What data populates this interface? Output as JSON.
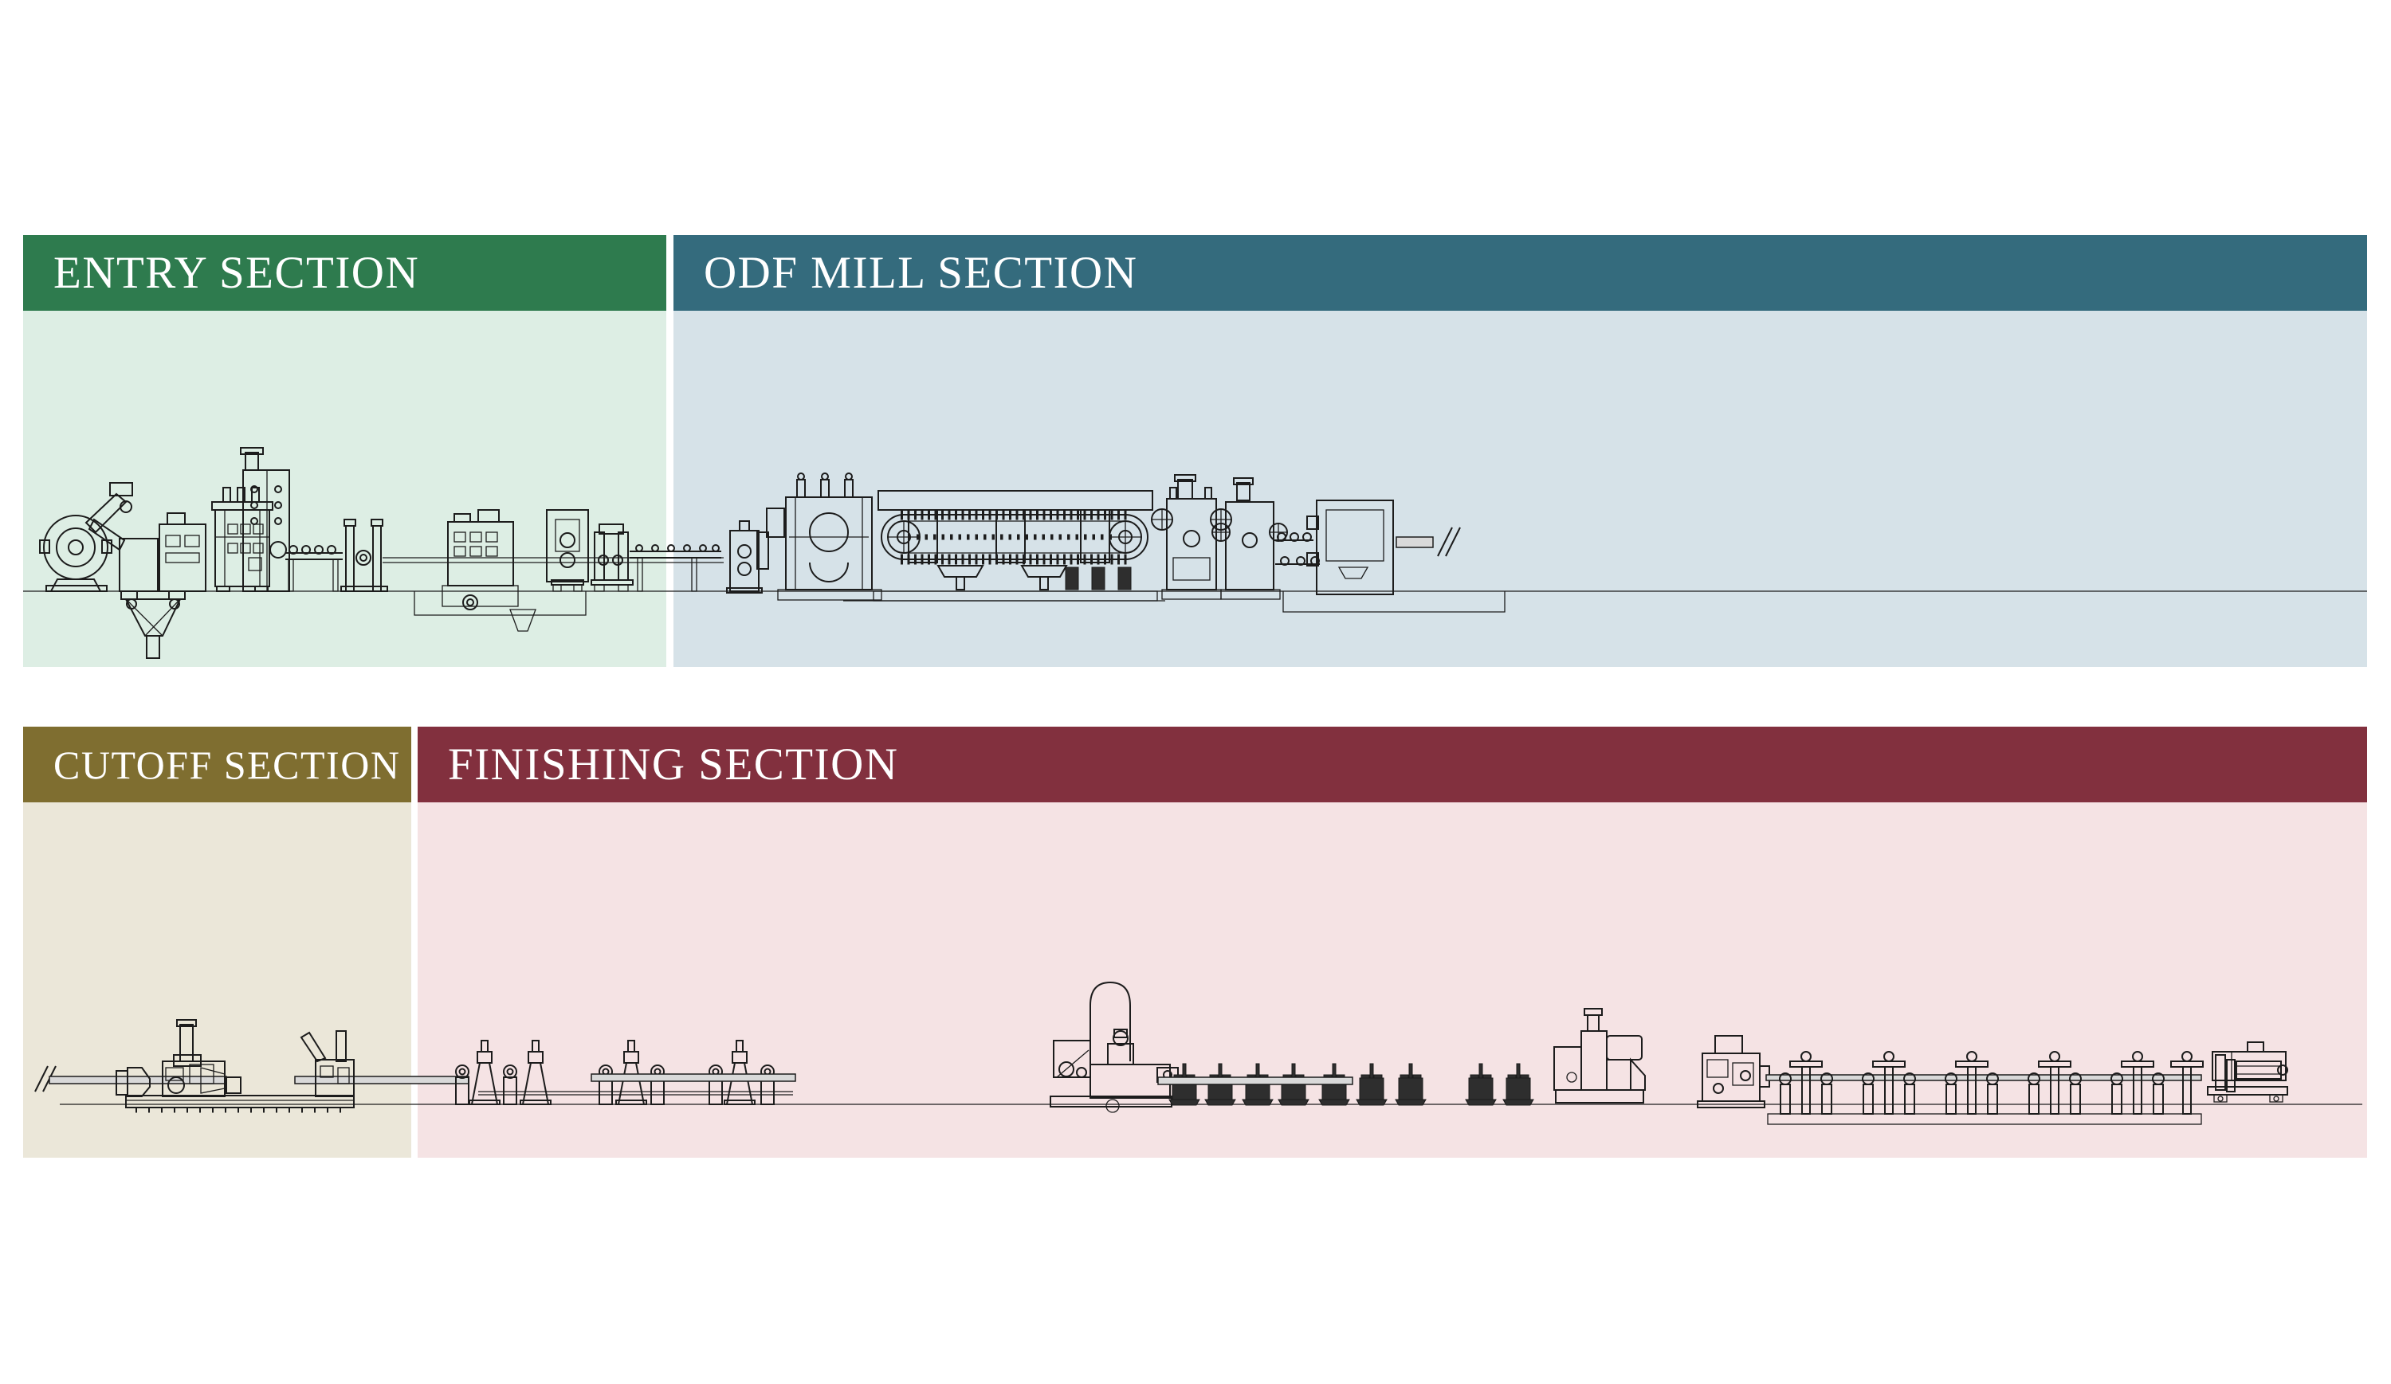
{
  "sections": {
    "entry": {
      "label": "ENTRY SECTION",
      "header_color": "#2e7b4e",
      "bg_color": "#ddeee4"
    },
    "odf": {
      "label": "ODF MILL SECTION",
      "header_color": "#346b7d",
      "bg_color": "#d6e2e8"
    },
    "cutoff": {
      "label": "CUTOFF SECTION",
      "header_color": "#7f6e30",
      "bg_color": "#ebe7d9"
    },
    "finishing": {
      "label": "FINISHING SECTION",
      "header_color": "#82303e",
      "bg_color": "#f5e3e4"
    }
  },
  "drawing": {
    "line_color": "#1c1c1c",
    "pipe_color": "#d9d9d9",
    "header_text_color": "#ffffff",
    "page_background": "#ffffff"
  }
}
